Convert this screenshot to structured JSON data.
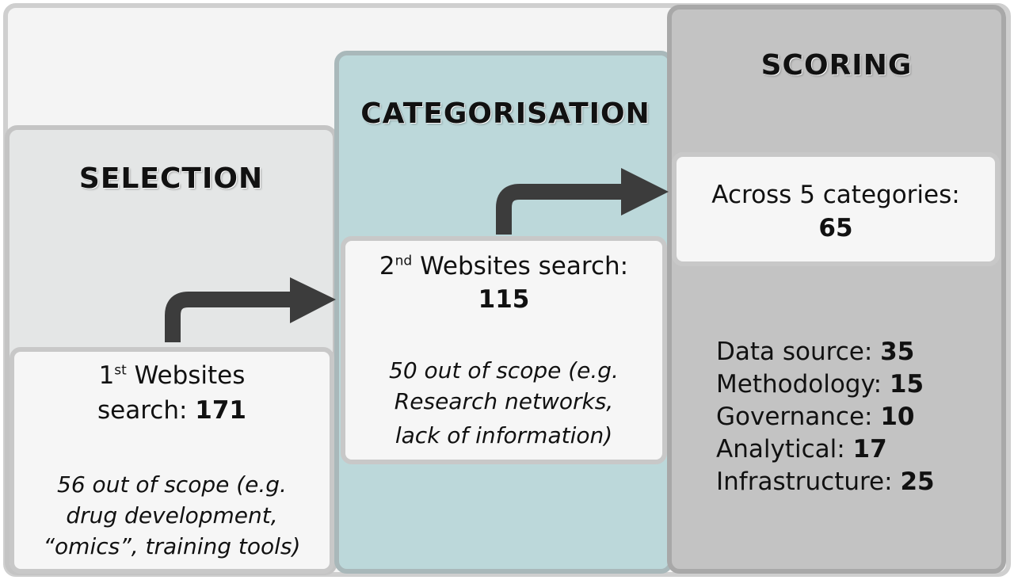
{
  "stages": {
    "selection": "SELECTION",
    "categorisation": "CATEGORISATION",
    "scoring": "SCORING"
  },
  "box1": {
    "ordinal": "1",
    "ordinal_suffix": "st",
    "line1_rest": " Websites",
    "line2_label": "search: ",
    "count": "171",
    "note_lines": [
      "56 out of scope (e.g.",
      "drug development,",
      "“omics”, training tools)"
    ]
  },
  "box2": {
    "ordinal": "2",
    "ordinal_suffix": "nd",
    "line1_rest": " Websites search:",
    "count": "115",
    "note_lines": [
      "50 out of scope (e.g.",
      "Research networks,",
      "lack of information)"
    ]
  },
  "box3": {
    "label": "Across 5 categories:",
    "count": "65"
  },
  "categories": [
    {
      "label": "Data source: ",
      "value": "35"
    },
    {
      "label": "Methodology: ",
      "value": "15"
    },
    {
      "label": "Governance: ",
      "value": "10"
    },
    {
      "label": "Analytical: ",
      "value": "17"
    },
    {
      "label": "Infrastructure: ",
      "value": "25"
    }
  ]
}
